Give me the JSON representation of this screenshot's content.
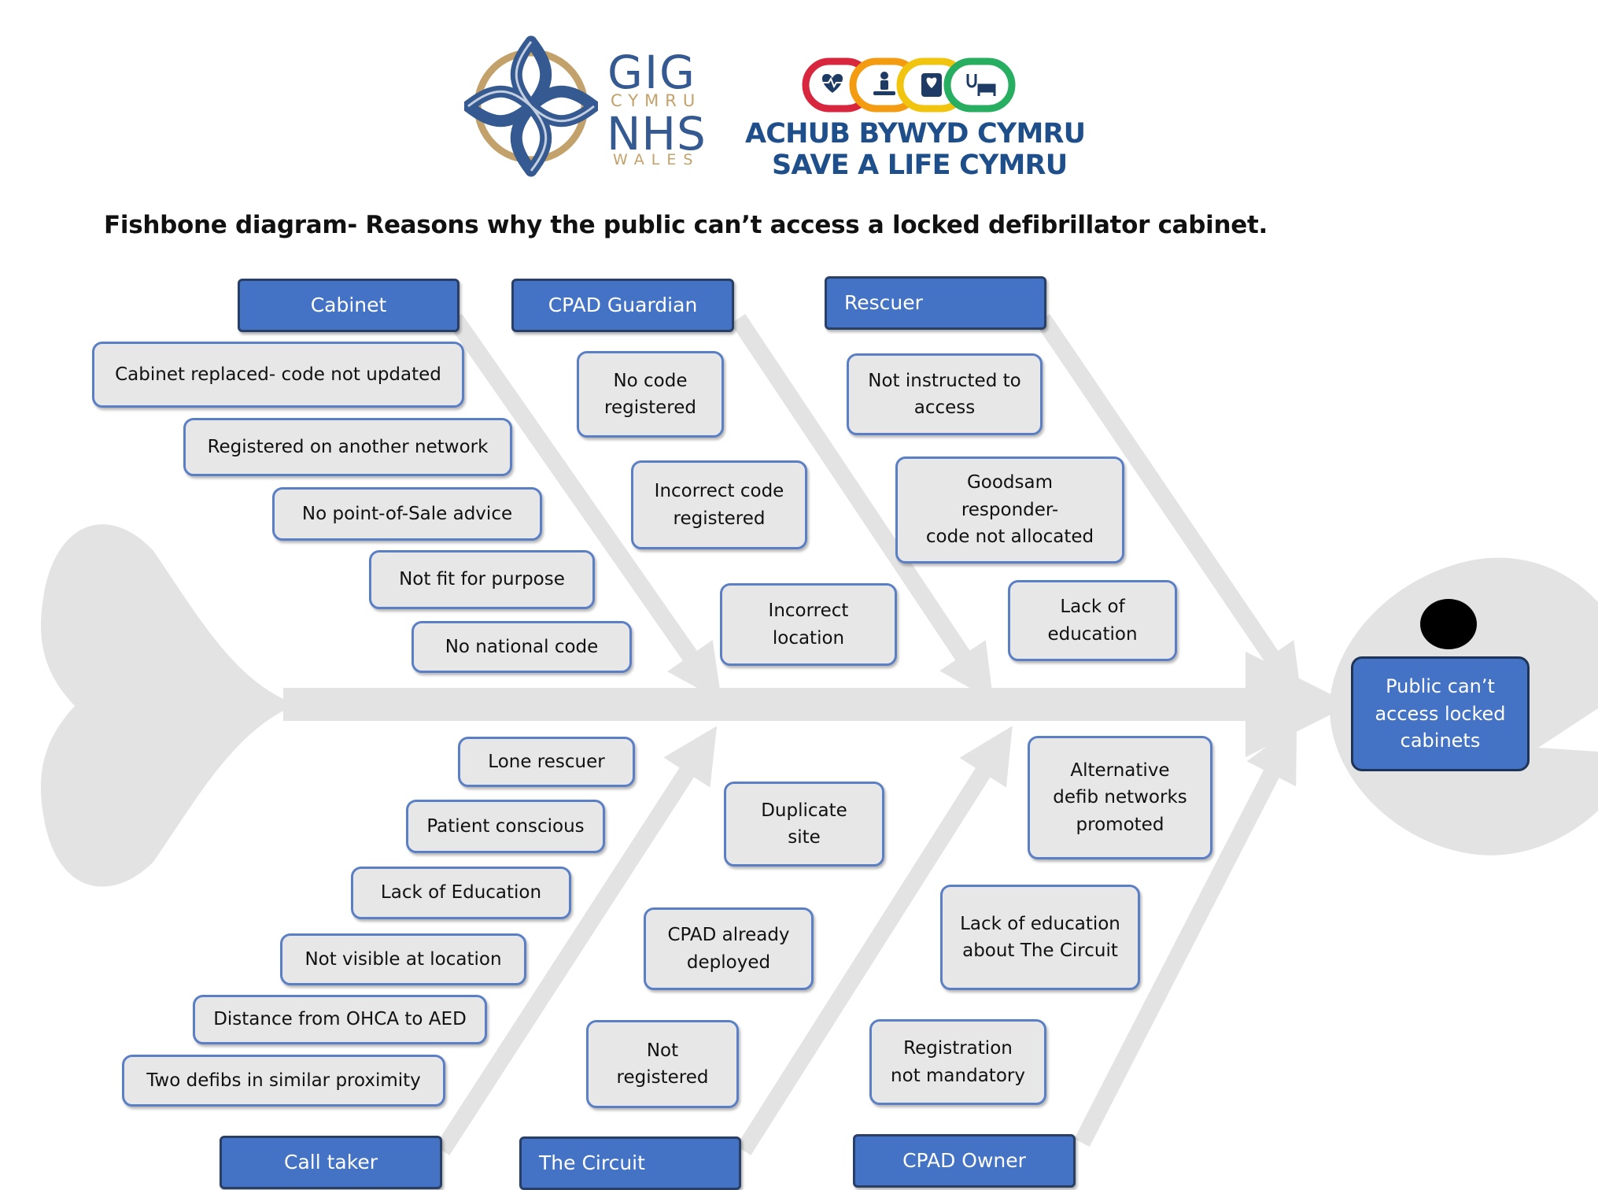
{
  "logos": {
    "nhs_wales": {
      "lines": [
        "GIG",
        "CYMRU",
        "NHS",
        "WALES"
      ],
      "colors": {
        "primary": "#355a91",
        "gold": "#c3a16a"
      }
    },
    "save_a_life": {
      "lines": [
        "ACHUB BYWYD CYMRU",
        "SAVE A LIFE CYMRU"
      ],
      "ring_colors": [
        "#d7263d",
        "#f39c12",
        "#f1c40f",
        "#27ae60"
      ],
      "ring_icons": [
        "heart-pulse-icon",
        "cpr-icon",
        "defibrillator-icon",
        "stethoscope-bed-icon"
      ]
    }
  },
  "title": "Fishbone diagram- Reasons why the public can’t access a locked defibrillator cabinet.",
  "effect": {
    "label": "Public can’t\naccess locked\ncabinets"
  },
  "categories": {
    "cabinet": "Cabinet",
    "cpad_guardian": "CPAD Guardian",
    "rescuer": "Rescuer",
    "call_taker": "Call taker",
    "the_circuit": "The Circuit",
    "cpad_owner": "CPAD Owner"
  },
  "causes": {
    "cabinet": [
      "Cabinet replaced- code not updated",
      "Registered on another network",
      "No point-of-Sale advice",
      "Not fit for purpose",
      "No national code"
    ],
    "cpad_guardian": [
      "No code\nregistered",
      "Incorrect code\nregistered",
      "Incorrect\nlocation"
    ],
    "rescuer": [
      "Not instructed to\naccess",
      "Goodsam\nresponder-\ncode not allocated",
      "Lack of\neducation"
    ],
    "call_taker": [
      "Lone rescuer",
      "Patient conscious",
      "Lack of Education",
      "Not visible at location",
      "Distance from OHCA to AED",
      "Two defibs in similar proximity"
    ],
    "the_circuit": [
      "Duplicate\nsite",
      "CPAD already\ndeployed",
      "Not\nregistered"
    ],
    "cpad_owner": [
      "Alternative\ndefib networks\npromoted",
      "Lack of education\nabout The Circuit",
      "Registration\nnot mandatory"
    ]
  },
  "colors": {
    "category_fill": "#4472c4",
    "cause_fill": "#e7e7e7",
    "cause_border": "#5b7fc4",
    "bone": "#e3e3e3",
    "head": "#e3e3e3"
  }
}
